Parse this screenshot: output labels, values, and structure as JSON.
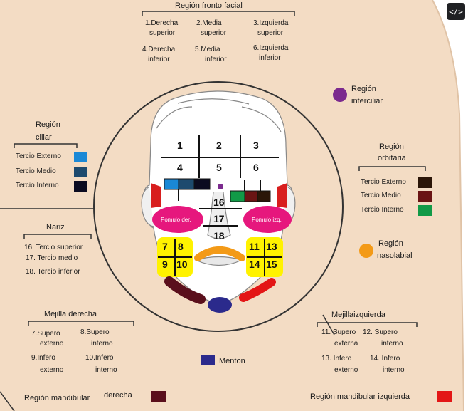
{
  "colors": {
    "background": "#f3dcc4",
    "externo_ciliar": "#1a88d6",
    "medio_ciliar": "#1d4a6e",
    "interno_ciliar": "#0b0b20",
    "interciliar": "#7b2a8e",
    "externo_orbitaria": "#2b1608",
    "medio_orbitaria": "#6a1414",
    "interno_orbitaria": "#119a47",
    "nasolabial": "#f39a17",
    "pomulo": "#e6177d",
    "mejilla": "#fff200",
    "menton": "#2b2a8c",
    "mandibular_derecha": "#5a0f1c",
    "mandibular_izquierda": "#e31616",
    "temple": "#d81e1e"
  },
  "icons": {
    "code_button": "code-brackets-icon"
  },
  "fronto": {
    "title": "Región fronto facial",
    "items": [
      [
        "1.Derecha",
        "superior"
      ],
      [
        "2.Media",
        "superior"
      ],
      [
        "3.Izquierda",
        "superior"
      ],
      [
        "4.Derecha",
        "inferior"
      ],
      [
        "5.Media",
        "inferior"
      ],
      [
        "6.Izquierda",
        "inferior"
      ]
    ]
  },
  "interciliar": {
    "title": [
      "Región",
      "interciliar"
    ]
  },
  "ciliar": {
    "title": [
      "Región",
      "ciliar"
    ],
    "items": [
      "Tercio  Externo",
      "Tercio   Medio",
      "Tercio Interno"
    ]
  },
  "orbitaria": {
    "title": [
      "Región",
      "orbitaria"
    ],
    "items": [
      "Tercio  Externo",
      "Tercio   Medio",
      "Tercio Interno"
    ]
  },
  "nariz": {
    "title": "Nariz",
    "items": [
      "16. Tercio superior",
      "17. Tercio medio",
      "18. Tercio inferior"
    ]
  },
  "nasolabial": {
    "title": [
      "Región",
      "nasolabial"
    ]
  },
  "mejilla_derecha": {
    "title": "Mejilla derecha",
    "items": [
      [
        "7.Supero",
        "externo"
      ],
      [
        "8.Supero",
        "interno"
      ],
      [
        "9.Infero",
        "externo"
      ],
      [
        "10.Infero",
        "interno"
      ]
    ]
  },
  "mejilla_izquierda": {
    "title": "Mejillaizquierda",
    "items": [
      [
        "11. Supero",
        "externa"
      ],
      [
        "12. Supero",
        "interno"
      ],
      [
        "13. Infero",
        "externo"
      ],
      [
        "14. Infero",
        "interno"
      ]
    ]
  },
  "menton": {
    "label": "Menton"
  },
  "mandibular": {
    "derecha_label": "Región mandibular",
    "derecha_suffix": "derecha",
    "izquierda_label": "Región mandibular izquierda"
  },
  "face": {
    "numbers": [
      "1",
      "2",
      "3",
      "4",
      "5",
      "6",
      "16",
      "17",
      "18",
      "7",
      "8",
      "9",
      "10",
      "11",
      "13",
      "14",
      "15"
    ],
    "pomulo_der": "Pomulo der.",
    "pomulo_izq": "Pomulo izq."
  }
}
